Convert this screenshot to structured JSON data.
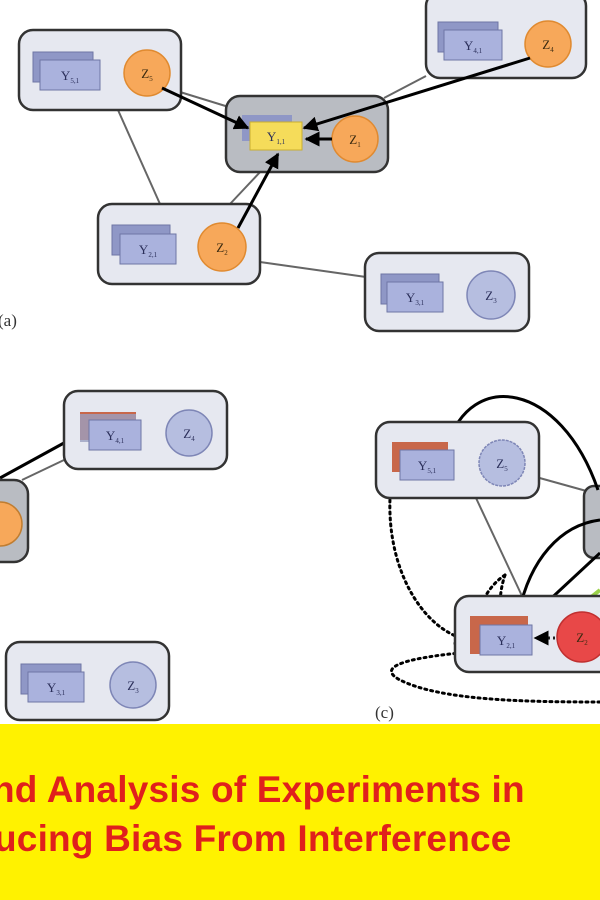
{
  "colors": {
    "unit_box_fill": "#e6e8f0",
    "unit_box_stroke": "#333333",
    "focal_box_fill": "#b9bcc2",
    "y_fill": "#aab2dd",
    "y_focal_fill": "#f5dc5a",
    "z_treated_fill": "#f7a85a",
    "z_control_fill": "#b6bee0",
    "z_red_fill": "#e84848",
    "y_exposed_back": "#c8674a",
    "banner_bg": "#fff200",
    "banner_text": "#e0201c"
  },
  "panels": {
    "a": {
      "label": "(a)",
      "units": [
        {
          "id": "unit-5",
          "y_label": "Y",
          "y_sub": "5,1",
          "z_label": "Z",
          "z_sub": "5",
          "treated": true
        },
        {
          "id": "unit-1",
          "y_label": "Y",
          "y_sub": "1,1",
          "z_label": "Z",
          "z_sub": "1",
          "treated": true,
          "focal": true
        },
        {
          "id": "unit-4",
          "y_label": "Y",
          "y_sub": "4,1",
          "z_label": "Z",
          "z_sub": "4",
          "treated": true
        },
        {
          "id": "unit-2",
          "y_label": "Y",
          "y_sub": "2,1",
          "z_label": "Z",
          "z_sub": "2",
          "treated": true
        },
        {
          "id": "unit-3",
          "y_label": "Y",
          "y_sub": "3,1",
          "z_label": "Z",
          "z_sub": "3",
          "treated": false
        }
      ]
    },
    "b": {
      "units": [
        {
          "id": "unit-4",
          "y_label": "Y",
          "y_sub": "4,1",
          "z_label": "Z",
          "z_sub": "4",
          "treated": false
        },
        {
          "id": "unit-3",
          "y_label": "Y",
          "y_sub": "3,1",
          "z_label": "Z",
          "z_sub": "3",
          "treated": false
        }
      ]
    },
    "c": {
      "label": "(c)",
      "units": [
        {
          "id": "unit-5",
          "y_label": "Y",
          "y_sub": "5,1",
          "z_label": "Z",
          "z_sub": "5",
          "treated": false
        },
        {
          "id": "unit-2",
          "y_label": "Y",
          "y_sub": "2,1",
          "z_label": "Z",
          "z_sub": "2",
          "treated": true
        }
      ]
    }
  },
  "banner": {
    "line1": "nd Analysis of Experiments in",
    "line2": "ucing Bias From Interference"
  }
}
